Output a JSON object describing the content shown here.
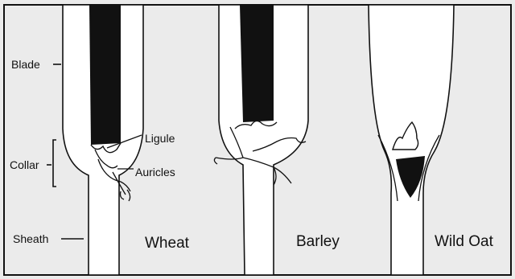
{
  "labels": {
    "blade": "Blade",
    "collar": "Collar",
    "sheath": "Sheath",
    "ligule": "Ligule",
    "auricles": "Auricles"
  },
  "grains": {
    "wheat": "Wheat",
    "barley": "Barley",
    "wild_oat": "Wild Oat"
  },
  "colors": {
    "background": "#ebebeb",
    "stem_fill": "#ffffff",
    "ink": "#111111"
  }
}
